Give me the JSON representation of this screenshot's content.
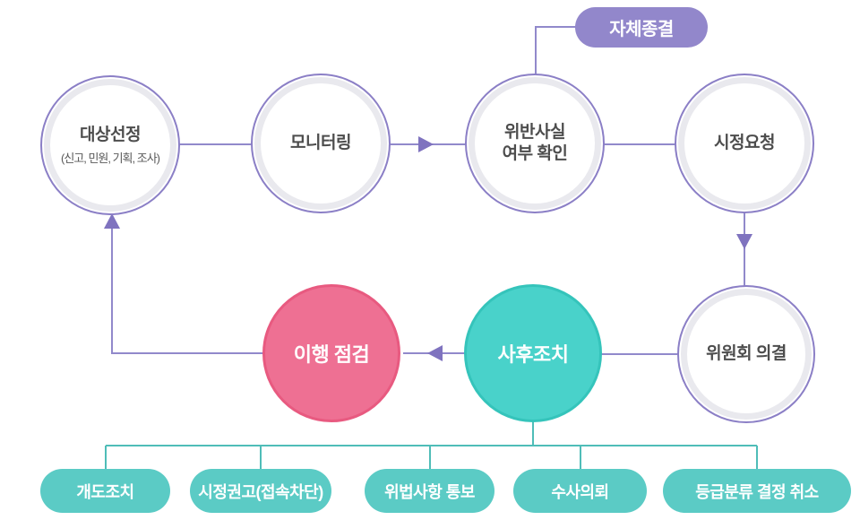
{
  "diagram": {
    "process_nodes": {
      "target_selection": {
        "label": "대상선정",
        "sublabel": "(신고, 민원, 기획, 조사)"
      },
      "monitoring": {
        "label": "모니터링"
      },
      "violation_check": {
        "label_line1": "위반사실",
        "label_line2": "여부 확인"
      },
      "correction_request": {
        "label": "시정요청"
      },
      "self_closure": {
        "label": "자체종결"
      },
      "committee_resolution": {
        "label": "위원회 의결"
      },
      "follow_up_action": {
        "label": "사후조치"
      },
      "implementation_check": {
        "label": "이행 점검"
      }
    },
    "follow_up_measures": [
      {
        "label": "개도조치"
      },
      {
        "label": "시정권고(접속차단)"
      },
      {
        "label": "위법사항 통보"
      },
      {
        "label": "수사의뢰"
      },
      {
        "label": "등급분류 결정 취소"
      }
    ],
    "colors": {
      "purple_outline": "#8b7fc6",
      "purple_line": "#9189cb",
      "purple_arrow": "#7f73bf",
      "purple_fill": "#9287cb",
      "inner_ring_gray": "#e9e9ee",
      "teal_fill": "#49d2ca",
      "teal_border": "#35c4bb",
      "teal_pill": "#5bcbc5",
      "teal_line": "#4fbdb8",
      "pink_fill": "#ee7093",
      "pink_border": "#e85a80",
      "text_dark": "#4d4d4d",
      "text_white": "#ffffff"
    }
  }
}
